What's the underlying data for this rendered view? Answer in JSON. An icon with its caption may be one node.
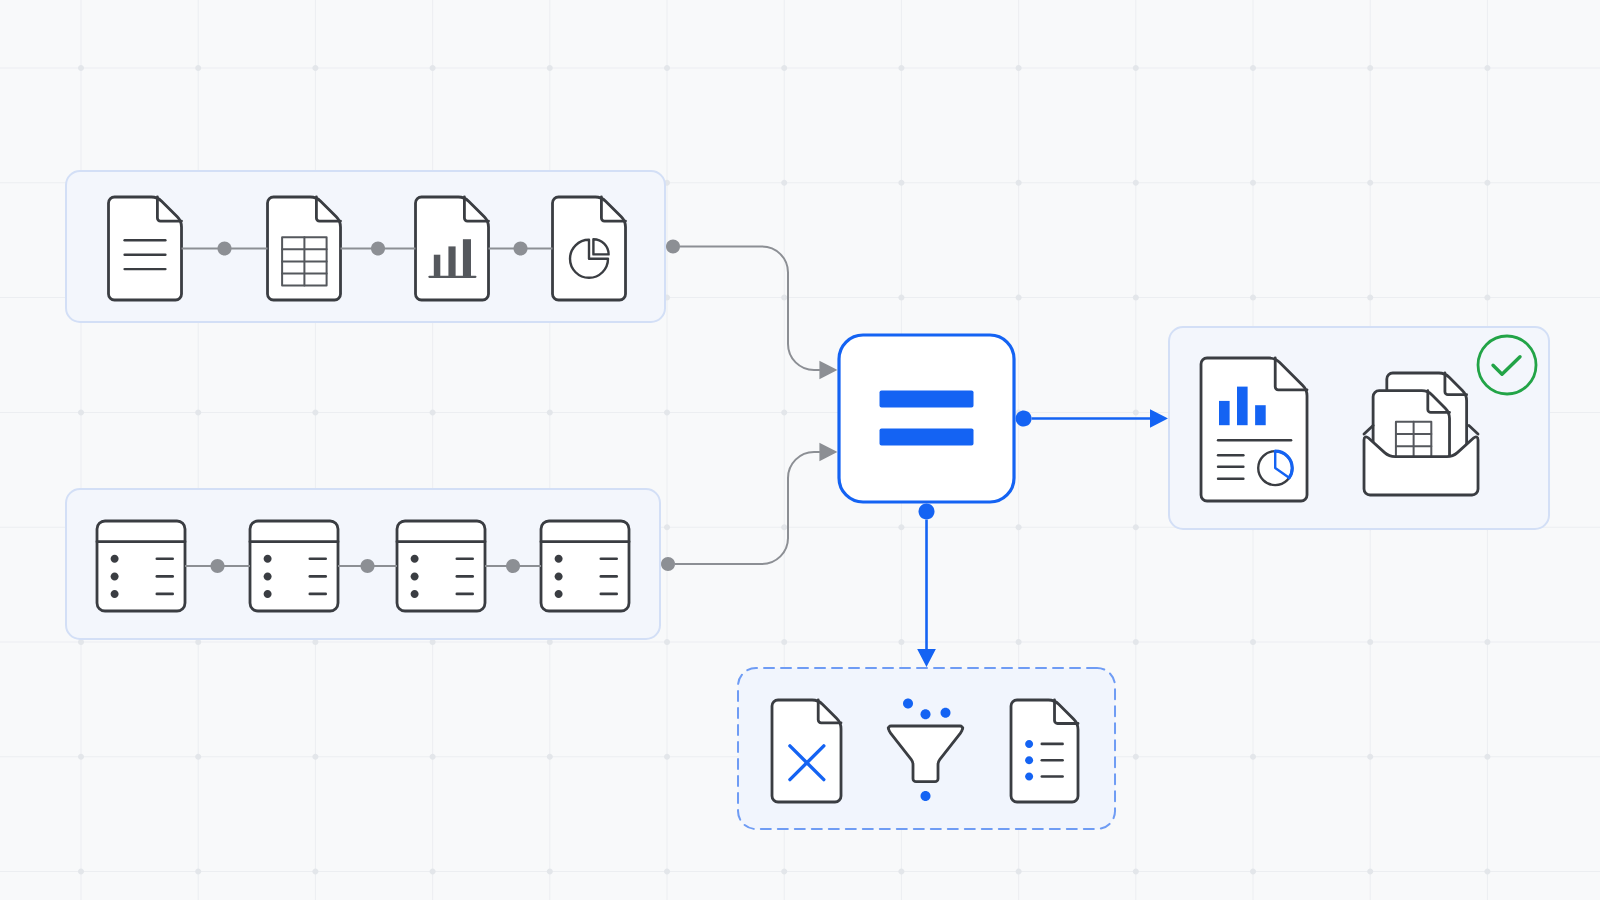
{
  "diagram": {
    "nodes": [
      {
        "text": [],
        "shape": "box"
      },
      {
        "text": [],
        "shape": "picture",
        "in": 0
      },
      {
        "text": [],
        "shape": "picture",
        "in": 0
      },
      {
        "text": [],
        "shape": "picture",
        "in": 0
      },
      {
        "text": [],
        "shape": "picture",
        "in": 0
      },
      {
        "text": [],
        "shape": "box"
      },
      {
        "text": [],
        "shape": "picture",
        "in": 5
      },
      {
        "text": [],
        "shape": "picture",
        "in": 5
      },
      {
        "text": [],
        "shape": "picture",
        "in": 5
      },
      {
        "text": [],
        "shape": "picture",
        "in": 5
      },
      {
        "text": [],
        "shape": "box"
      },
      {
        "text": [],
        "shape": "box"
      },
      {
        "text": [],
        "shape": "picture",
        "in": 11
      },
      {
        "text": [],
        "shape": "picture",
        "in": 11
      },
      {
        "text": [],
        "shape": "box"
      },
      {
        "text": [],
        "shape": "picture",
        "in": 14
      },
      {
        "text": [],
        "shape": "picture",
        "in": 14
      },
      {
        "text": [],
        "shape": "picture",
        "in": 14
      }
    ],
    "edges": [
      {
        "from": 1,
        "to": 2,
        "arrow": "none"
      },
      {
        "from": 2,
        "to": 3,
        "arrow": "none"
      },
      {
        "from": 3,
        "to": 4,
        "arrow": "none"
      },
      {
        "from": 6,
        "to": 7,
        "arrow": "none"
      },
      {
        "from": 7,
        "to": 8,
        "arrow": "none"
      },
      {
        "from": 8,
        "to": 9,
        "arrow": "none"
      },
      {
        "from": 0,
        "to": 10,
        "arrow": "to"
      },
      {
        "from": 5,
        "to": 10,
        "arrow": "to"
      },
      {
        "from": 10,
        "to": 11,
        "arrow": "to",
        "color": "#1463f3"
      },
      {
        "from": 10,
        "to": 14,
        "arrow": "to",
        "color": "#1463f3"
      }
    ]
  }
}
